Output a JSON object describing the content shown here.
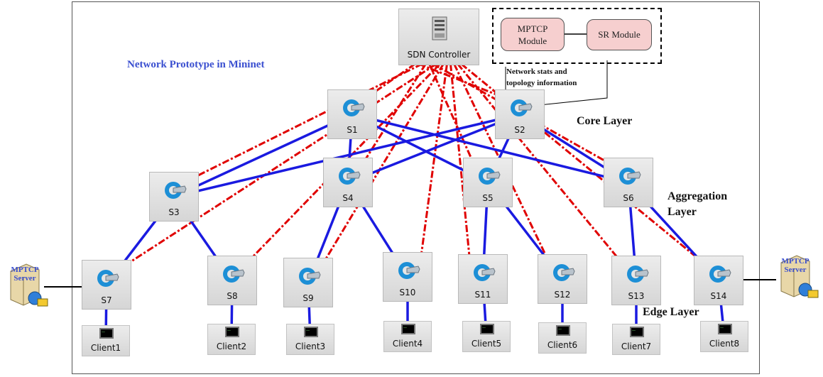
{
  "title": "Network Prototype in Mininet",
  "controller": {
    "label": "SDN Controller"
  },
  "modules": [
    {
      "label": "MPTCP\nModule"
    },
    {
      "label": "SR Module"
    }
  ],
  "annotation": "Network stats and\ntopology information",
  "layers": {
    "core": "Core Layer",
    "aggregation": "Aggregation\nLayer",
    "edge": "Edge Layer"
  },
  "switches": [
    "S1",
    "S2",
    "S3",
    "S4",
    "S5",
    "S6",
    "S7",
    "S8",
    "S9",
    "S10",
    "S11",
    "S12",
    "S13",
    "S14"
  ],
  "clients": [
    "Client1",
    "Client2",
    "Client3",
    "Client4",
    "Client5",
    "Client6",
    "Client7",
    "Client8"
  ],
  "servers": [
    {
      "label": "MPTCP\nServer"
    },
    {
      "label": "MPTCP\nServer"
    }
  ],
  "colors": {
    "data_link": "#1a1ae0",
    "control_link": "#e00000",
    "title": "#3a4fd0",
    "module_fill": "#f6cfcf"
  },
  "links": {
    "data": [
      [
        "S1",
        "S4"
      ],
      [
        "S1",
        "S5"
      ],
      [
        "S1",
        "S6"
      ],
      [
        "S1",
        "S3"
      ],
      [
        "S2",
        "S3"
      ],
      [
        "S2",
        "S4"
      ],
      [
        "S2",
        "S5"
      ],
      [
        "S2",
        "S6"
      ],
      [
        "S3",
        "S7"
      ],
      [
        "S3",
        "S8"
      ],
      [
        "S4",
        "S9"
      ],
      [
        "S4",
        "S10"
      ],
      [
        "S5",
        "S11"
      ],
      [
        "S5",
        "S12"
      ],
      [
        "S6",
        "S13"
      ],
      [
        "S6",
        "S14"
      ],
      [
        "S7",
        "Client1"
      ],
      [
        "S8",
        "Client2"
      ],
      [
        "S9",
        "Client3"
      ],
      [
        "S10",
        "Client4"
      ],
      [
        "S11",
        "Client5"
      ],
      [
        "S12",
        "Client6"
      ],
      [
        "S13",
        "Client7"
      ],
      [
        "S14",
        "Client8"
      ]
    ],
    "control": [
      "S1",
      "S2",
      "S3",
      "S4",
      "S5",
      "S6",
      "S7",
      "S8",
      "S9",
      "S10",
      "S11",
      "S12",
      "S13",
      "S14"
    ],
    "server": [
      [
        "Server1",
        "S7"
      ],
      [
        "Server2",
        "S14"
      ]
    ]
  }
}
